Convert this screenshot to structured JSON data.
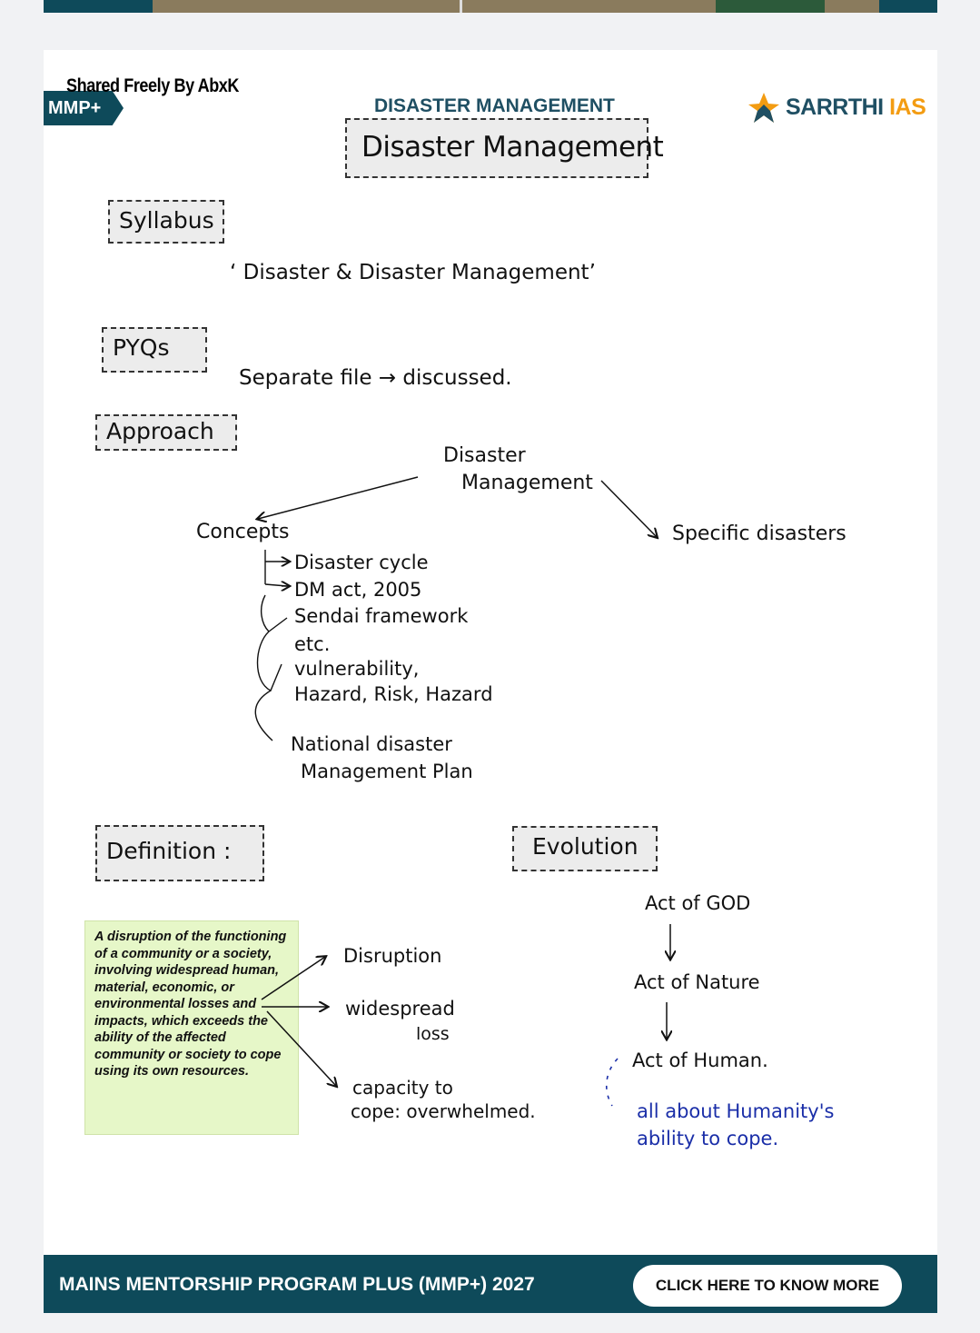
{
  "header": {
    "shared_by": "Shared Freely By AbxK",
    "program_tag": "MMP+",
    "subject": "DISASTER MANAGEMENT",
    "brand_part1": "SARRTHI",
    "brand_part2": "IAS"
  },
  "notes": {
    "title": "Disaster Management",
    "syllabus_label": "Syllabus",
    "syllabus_text": "‘ Disaster & Disaster Management’",
    "pyqs_label": "PYQs",
    "pyqs_text": "Separate file → discussed.",
    "approach_label": "Approach",
    "approach_root_line1": "Disaster",
    "approach_root_line2": "Management",
    "concepts_label": "Concepts",
    "specific_label": "Specific disasters",
    "concept_items": [
      "Disaster cycle",
      "DM act, 2005",
      "Sendai framework",
      "etc.",
      "vulnerability,",
      "Hazard, Risk, Hazard"
    ],
    "ndmp_line1": "National disaster",
    "ndmp_line2": "Management Plan",
    "definition_label": "Definition :",
    "definition_text": "A disruption of the functioning of a community or a society, involving widespread human, material, economic, or environmental losses and impacts, which exceeds the ability of the affected community or society to cope using its own resources.",
    "def_key_1": "Disruption",
    "def_key_2a": "widespread",
    "def_key_2b": "loss",
    "def_key_3a": "capacity to",
    "def_key_3b": "cope: overwhelmed.",
    "evolution_label": "Evolution",
    "evolution_steps": [
      "Act of GOD",
      "Act of Nature",
      "Act of Human."
    ],
    "evolution_note_line1": "all about Humanity's",
    "evolution_note_line2": "ability to cope."
  },
  "footer": {
    "program": "MAINS MENTORSHIP PROGRAM PLUS (MMP+) 2027",
    "cta": "CLICK HERE TO KNOW MORE"
  }
}
